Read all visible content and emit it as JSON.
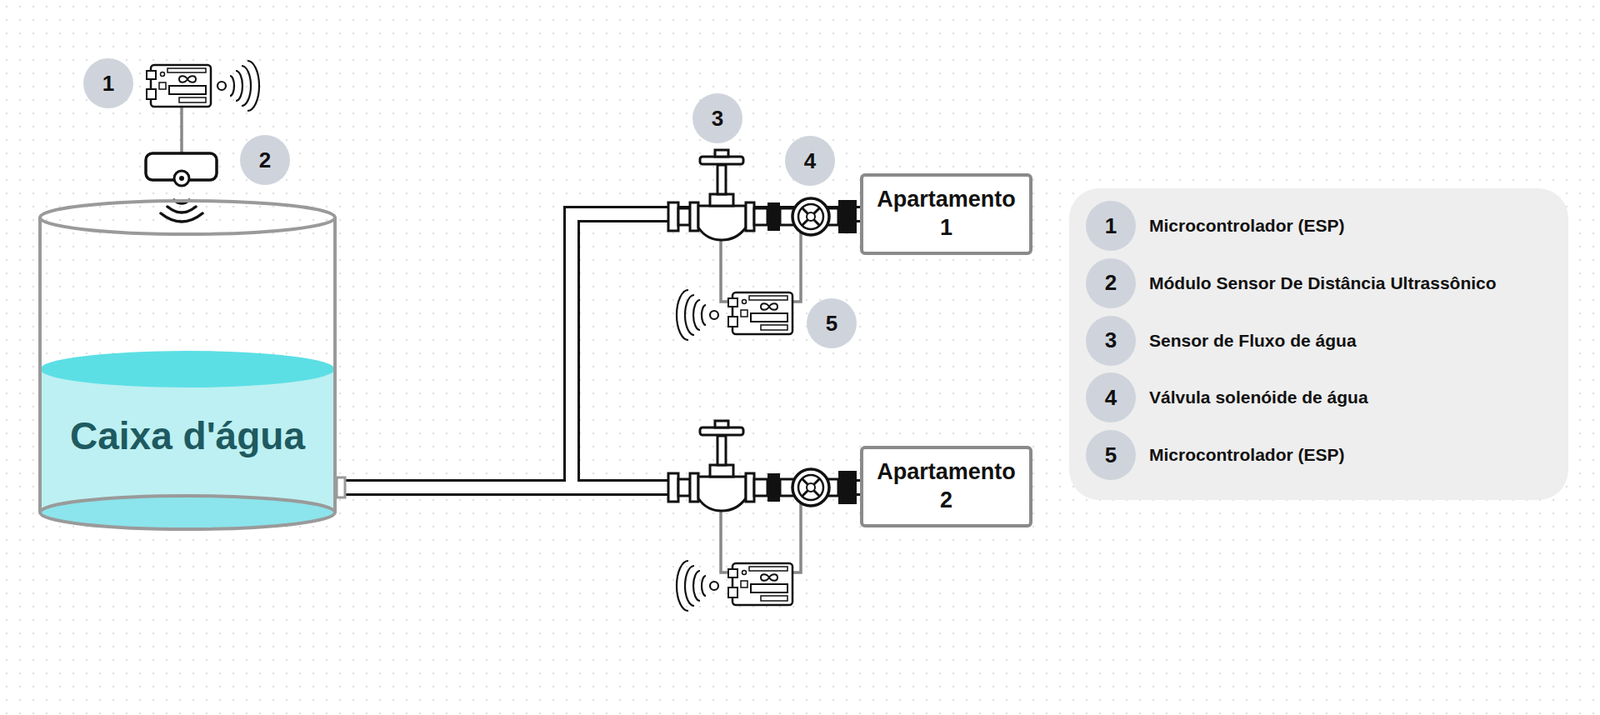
{
  "diagram": {
    "nodes": [
      {
        "text": [
          "Caixa d'água"
        ]
      },
      {
        "text": [
          "Apartamento 1"
        ]
      },
      {
        "text": [
          "Apartamento 2"
        ]
      }
    ],
    "edges": [
      {
        "from": 0,
        "to": 1,
        "arrow": "none"
      },
      {
        "from": 0,
        "to": 2,
        "arrow": "none"
      }
    ],
    "labels": [
      "1",
      "2",
      "3",
      "4",
      "5",
      "1",
      "2",
      "3",
      "4",
      "5"
    ],
    "legend": [
      {
        "text": "Microcontrolador (ESP)"
      },
      {
        "text": "Módulo Sensor De Distância Ultrassônico"
      },
      {
        "text": "Sensor de Fluxo de água"
      },
      {
        "text": "Válvula solenóide de água"
      },
      {
        "text": "Microcontrolador (ESP)"
      }
    ]
  }
}
